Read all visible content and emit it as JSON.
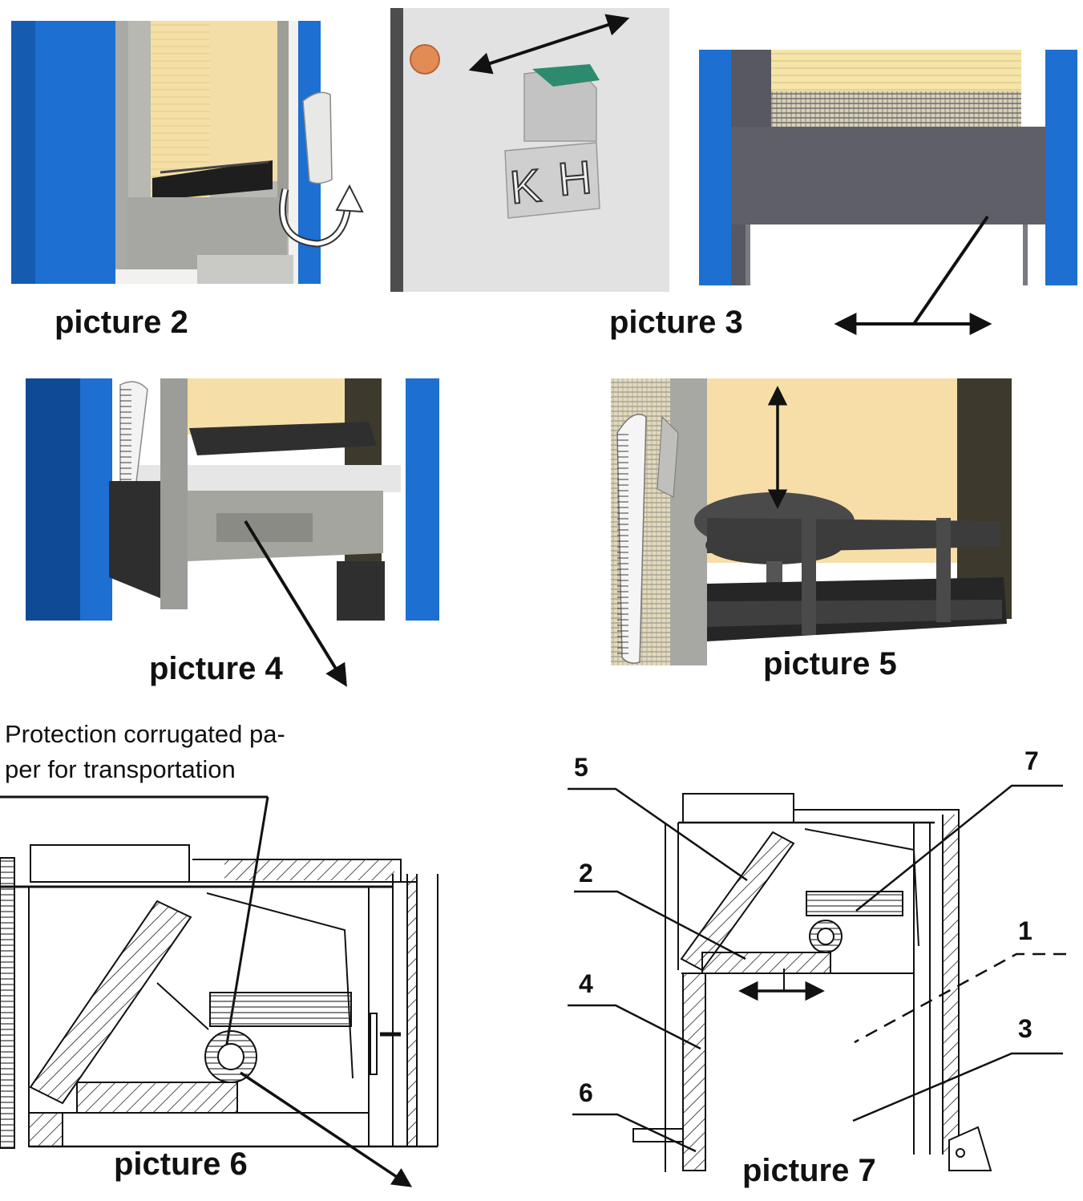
{
  "captions": {
    "picture2": "picture 2",
    "picture3": "picture 3",
    "picture4": "picture 4",
    "picture5": "picture 5",
    "picture6": "picture 6",
    "picture7": "picture 7"
  },
  "detail": {
    "letter_k": "K",
    "letter_h": "H"
  },
  "note": {
    "line1": "Protection corrugated pa-",
    "line2": "per for transportation"
  },
  "callouts": {
    "c1": "1",
    "c2": "2",
    "c3": "3",
    "c4": "4",
    "c5": "5",
    "c6": "6",
    "c7": "7"
  },
  "colors": {
    "blue_frame": "#1d6fd1",
    "dark_blue": "#0f4a96",
    "insulation": "#f6dfa6",
    "steel": "#a9aaa5",
    "dark_steel": "#3b3b3b",
    "panel_gray": "#e3e3e3"
  }
}
